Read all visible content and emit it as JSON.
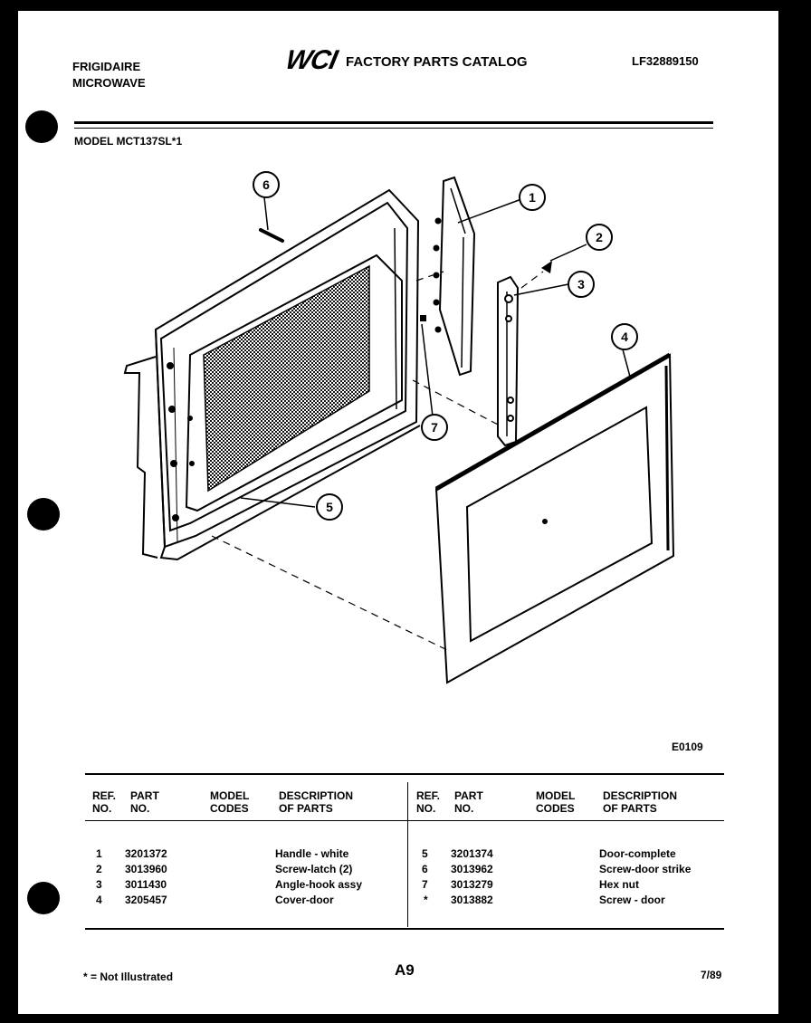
{
  "header": {
    "brand_line1": "FRIGIDAIRE",
    "brand_line2": "MICROWAVE",
    "logo_text": "WCI",
    "catalog_title": "FACTORY PARTS CATALOG",
    "catalog_code": "LF32889150",
    "model_line": "MODEL MCT137SL*1"
  },
  "diagram": {
    "callouts": [
      "1",
      "2",
      "3",
      "4",
      "5",
      "6",
      "7"
    ],
    "figure_code": "E0109"
  },
  "table": {
    "headers": {
      "ref_no": [
        "REF.",
        "NO."
      ],
      "part_no": [
        "PART",
        "NO."
      ],
      "model_codes": [
        "MODEL",
        "CODES"
      ],
      "description": [
        "DESCRIPTION",
        "OF PARTS"
      ]
    },
    "left_rows": [
      {
        "ref": "1",
        "part": "3201372",
        "desc": "Handle - white"
      },
      {
        "ref": "2",
        "part": "3013960",
        "desc": "Screw-latch (2)"
      },
      {
        "ref": "3",
        "part": "3011430",
        "desc": "Angle-hook assy"
      },
      {
        "ref": "4",
        "part": "3205457",
        "desc": "Cover-door"
      }
    ],
    "right_rows": [
      {
        "ref": "5",
        "part": "3201374",
        "desc": "Door-complete"
      },
      {
        "ref": "6",
        "part": "3013962",
        "desc": "Screw-door strike"
      },
      {
        "ref": "7",
        "part": "3013279",
        "desc": "Hex nut"
      },
      {
        "ref": "*",
        "part": "3013882",
        "desc": "Screw - door"
      }
    ]
  },
  "footer": {
    "note": "* = Not Illustrated",
    "page": "A9",
    "date": "7/89"
  }
}
